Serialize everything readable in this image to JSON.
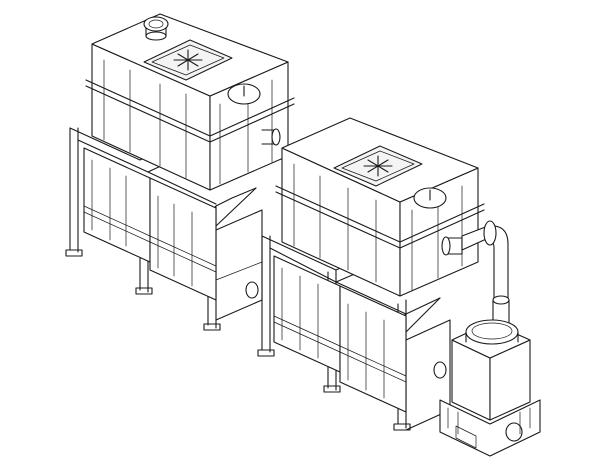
{
  "drawing": {
    "background": "#ffffff",
    "line_color": "#1a1a1a",
    "components": [
      "tank-unit-left",
      "tank-unit-right",
      "hatch-cover-icon",
      "round-port-icon",
      "elbow-pipe",
      "collector-box"
    ]
  }
}
